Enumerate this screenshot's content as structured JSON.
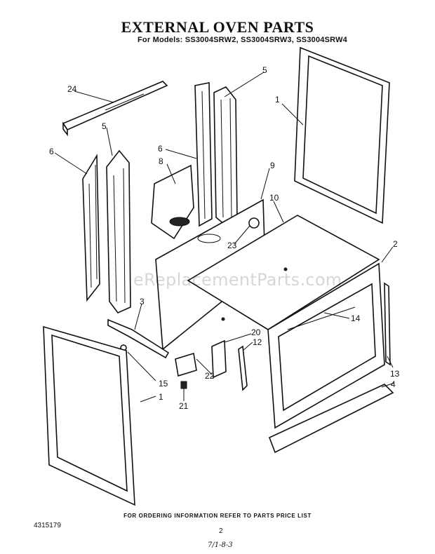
{
  "header": {
    "title": "EXTERNAL OVEN PARTS",
    "models": "For Models: SS3004SRW2, SS3004SRW3, SS3004SRW4"
  },
  "watermark": "eReplacementParts.com",
  "callouts": {
    "c24": "24",
    "c5a": "5",
    "c5b": "5",
    "c1a": "1",
    "c6a": "6",
    "c6b": "6",
    "c8": "8",
    "c9": "9",
    "c10": "10",
    "c2": "2",
    "c23": "23",
    "c3": "3",
    "c14": "14",
    "c20": "20",
    "c12": "12",
    "c22": "22",
    "c15": "15",
    "c1b": "1",
    "c21": "21",
    "c13": "13",
    "c4": "4"
  },
  "footer": {
    "ordering_note": "FOR ORDERING INFORMATION REFER TO PARTS PRICE LIST",
    "doc_number": "4315179",
    "page_number": "2",
    "handwritten": "7/1-8-3"
  }
}
